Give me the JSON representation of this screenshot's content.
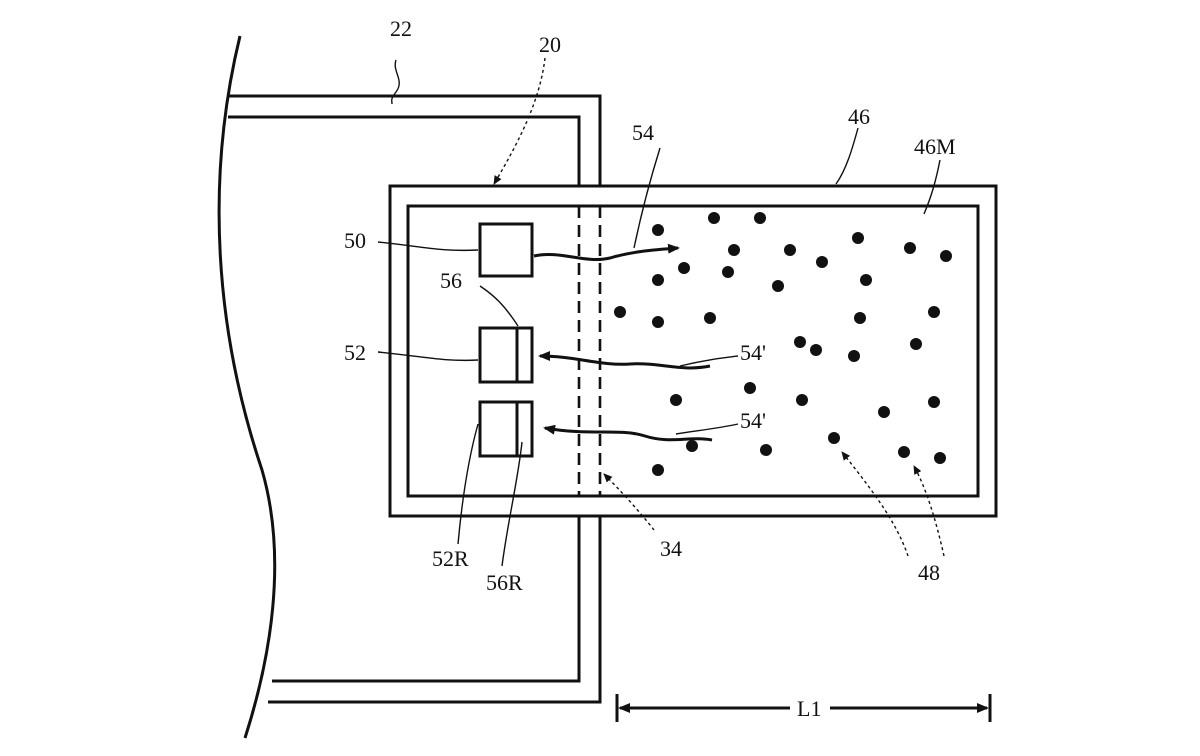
{
  "labels": {
    "ref_22": "22",
    "ref_20": "20",
    "ref_54": "54",
    "ref_46": "46",
    "ref_46M": "46M",
    "ref_50": "50",
    "ref_56": "56",
    "ref_52": "52",
    "ref_54p_upper": "54'",
    "ref_54p_lower": "54'",
    "ref_52R": "52R",
    "ref_56R": "56R",
    "ref_34": "34",
    "ref_48": "48",
    "dim_L1": "L1"
  }
}
